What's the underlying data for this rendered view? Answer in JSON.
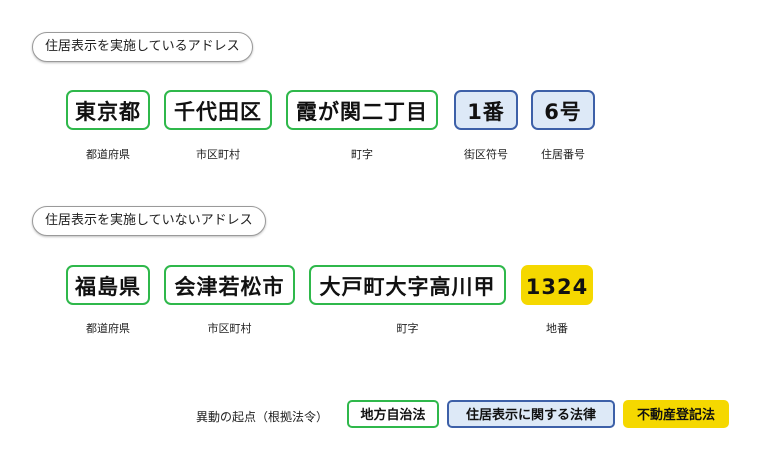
{
  "section1": {
    "heading": "住居表示を実施しているアドレス",
    "parts": [
      {
        "text": "東京都",
        "caption": "都道府県",
        "kind": "green"
      },
      {
        "text": "千代田区",
        "caption": "市区町村",
        "kind": "green"
      },
      {
        "text": "霞が関二丁目",
        "caption": "町字",
        "kind": "green"
      },
      {
        "text": "1番",
        "caption": "街区符号",
        "kind": "blue"
      },
      {
        "text": "6号",
        "caption": "住居番号",
        "kind": "blue"
      }
    ]
  },
  "section2": {
    "heading": "住居表示を実施していないアドレス",
    "parts": [
      {
        "text": "福島県",
        "caption": "都道府県",
        "kind": "green"
      },
      {
        "text": "会津若松市",
        "caption": "市区町村",
        "kind": "green"
      },
      {
        "text": "大戸町大字高川甲",
        "caption": "町字",
        "kind": "green"
      },
      {
        "text": "1324",
        "caption": "地番",
        "kind": "yellow"
      }
    ]
  },
  "legend": {
    "label": "異動の起点（根拠法令）",
    "items": [
      {
        "text": "地方自治法",
        "kind": "green"
      },
      {
        "text": "住居表示に関する法律",
        "kind": "blue"
      },
      {
        "text": "不動産登記法",
        "kind": "yellow"
      }
    ]
  },
  "colors": {
    "green": "#2fb84b",
    "blue_border": "#3d60a8",
    "blue_fill": "#dde9f7",
    "yellow": "#f5d800"
  }
}
